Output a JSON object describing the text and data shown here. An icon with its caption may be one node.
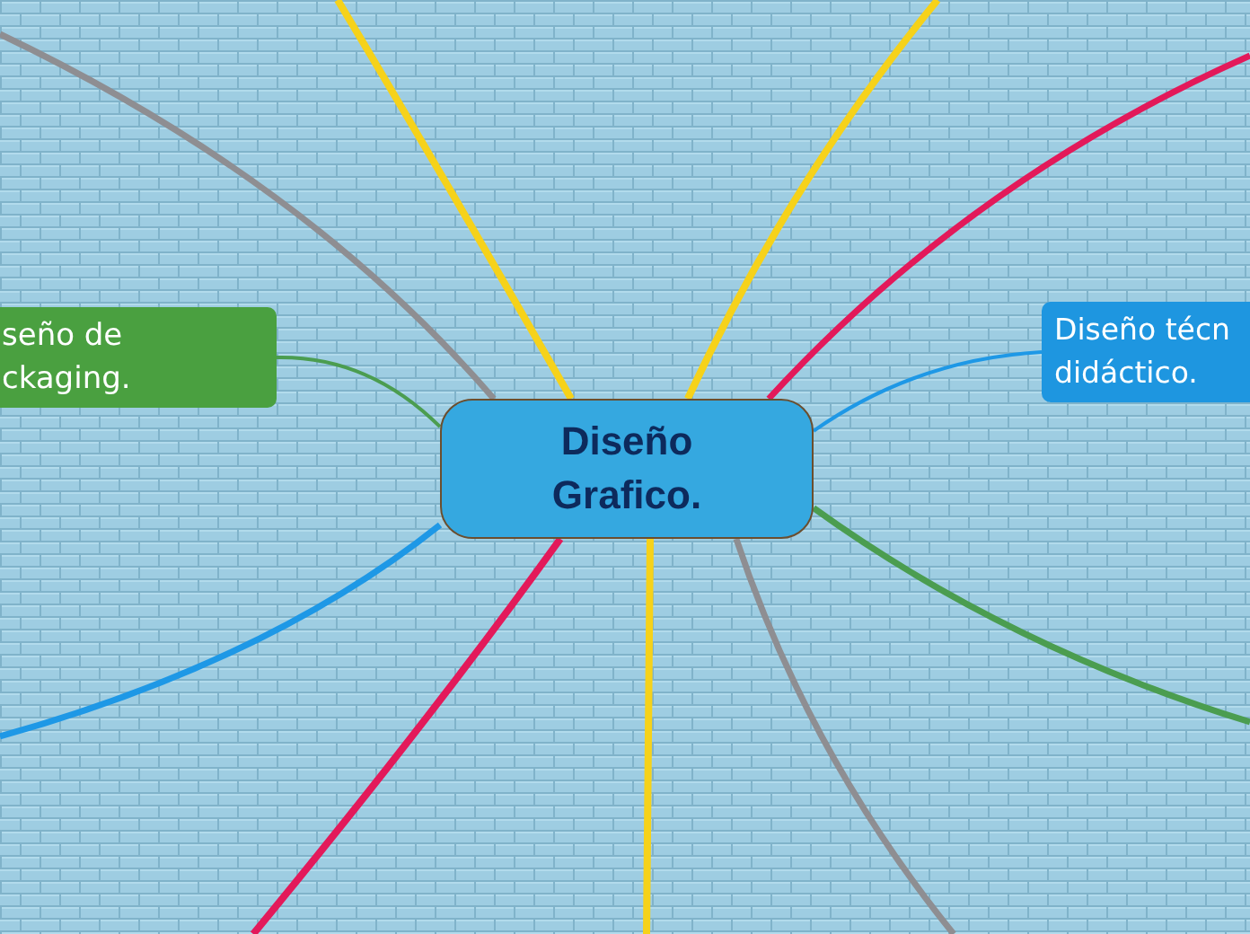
{
  "diagram": {
    "nodes": [
      {
        "text": [
          "Diseño Grafico."
        ]
      },
      {
        "text": [
          "seño de ckaging."
        ]
      },
      {
        "text": [
          "Diseño técn didáctico."
        ]
      }
    ],
    "edges": [
      {
        "from": 0,
        "to": null,
        "arrow": "none",
        "color": "#8e8e92"
      },
      {
        "from": 0,
        "to": null,
        "arrow": "none"
      },
      {
        "from": 0,
        "to": null,
        "arrow": "none"
      },
      {
        "from": 0,
        "to": null,
        "arrow": "none",
        "color": "#e3195a"
      },
      {
        "from": 0,
        "to": 2,
        "arrow": "none",
        "color": "#1e98e6"
      },
      {
        "from": 0,
        "to": null,
        "arrow": "none",
        "color": "#4b9d50"
      },
      {
        "from": 0,
        "to": null,
        "arrow": "none",
        "color": "#8e8e92"
      },
      {
        "from": 0,
        "to": null,
        "arrow": "none"
      },
      {
        "from": 0,
        "to": null,
        "arrow": "none",
        "color": "#e3195a"
      },
      {
        "from": 0,
        "to": null,
        "arrow": "none",
        "color": "#1e98e6"
      },
      {
        "from": 0,
        "to": 1,
        "arrow": "none",
        "color": "#4b9d50"
      }
    ]
  }
}
